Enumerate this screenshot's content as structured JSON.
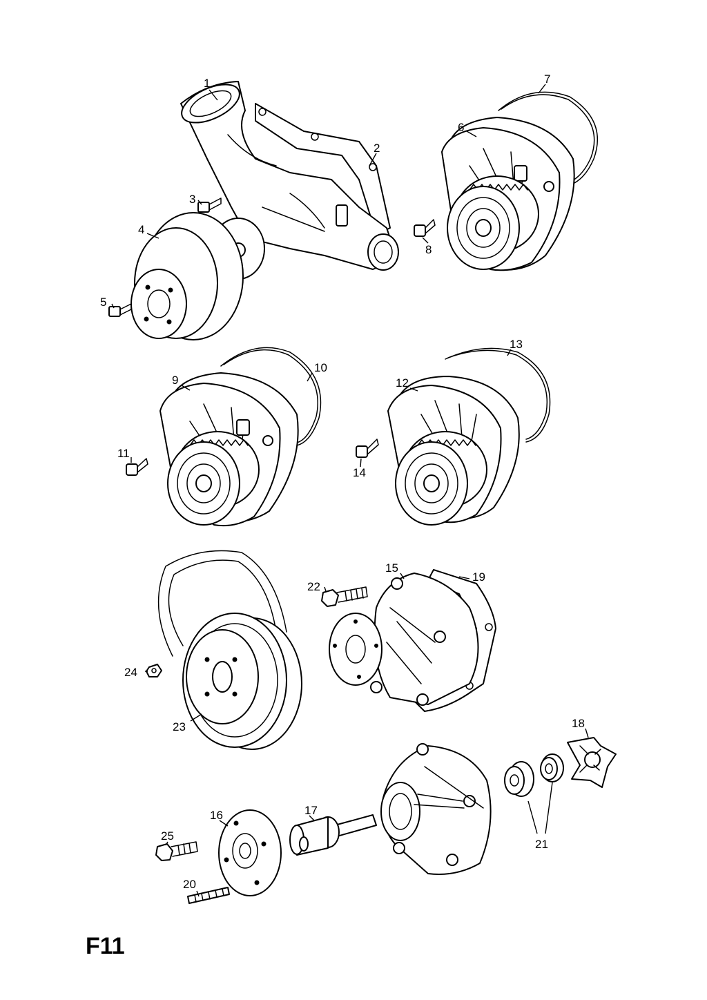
{
  "sheet_id": "F11",
  "callouts": {
    "c1": "1",
    "c2": "2",
    "c3": "3",
    "c4": "4",
    "c5": "5",
    "c6": "6",
    "c7": "7",
    "c8": "8",
    "c9": "9",
    "c10": "10",
    "c11": "11",
    "c12": "12",
    "c13": "13",
    "c14": "14",
    "c15": "15",
    "c16": "16",
    "c17": "17",
    "c18": "18",
    "c19": "19",
    "c20": "20",
    "c21": "21",
    "c22": "22",
    "c23": "23",
    "c24": "24",
    "c25": "25"
  }
}
